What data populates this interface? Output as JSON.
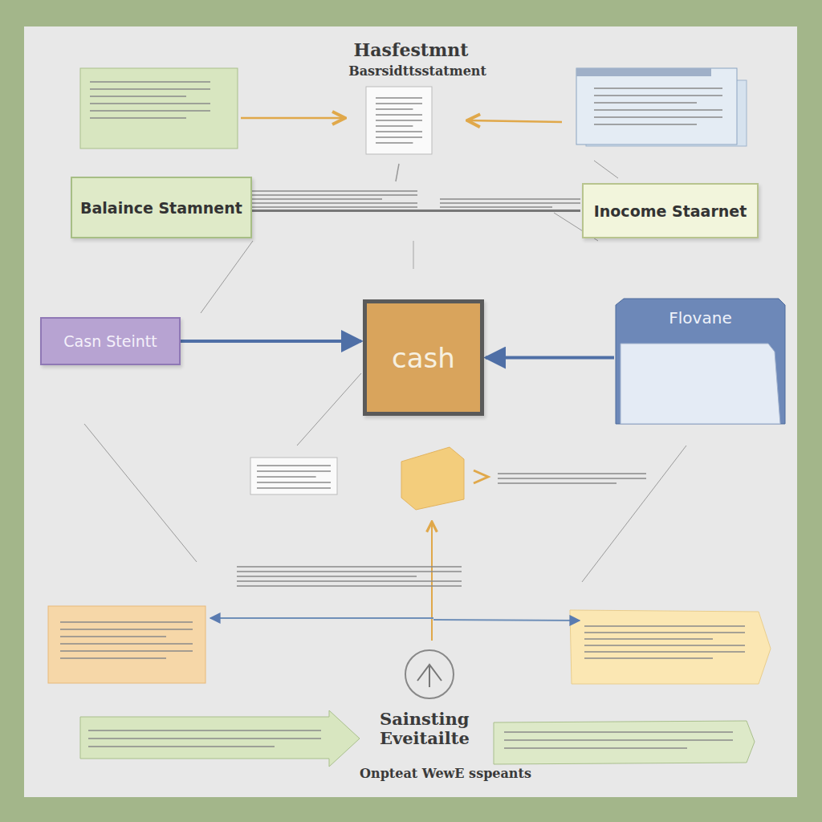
{
  "diagram": {
    "title": "Hasfestmnt",
    "caption": "Onpteat WewE sspeants",
    "nodes": [
      {
        "text": [
          "Balaince Stamnent"
        ]
      },
      {
        "text": [
          "Inocome Staarnet"
        ]
      },
      {
        "text": [
          "Casn Steintt"
        ]
      },
      {
        "text": [
          "cash"
        ]
      },
      {
        "text": [
          "Flovane"
        ]
      }
    ],
    "edges": [
      {
        "from": 0,
        "to": 1,
        "arrow": "none"
      },
      {
        "from": 2,
        "to": 3,
        "arrow": "to"
      },
      {
        "from": 4,
        "to": 3,
        "arrow": "to"
      }
    ],
    "labels": [
      "Basrsidttsstatment",
      "Sainsting Eveitailte"
    ]
  }
}
